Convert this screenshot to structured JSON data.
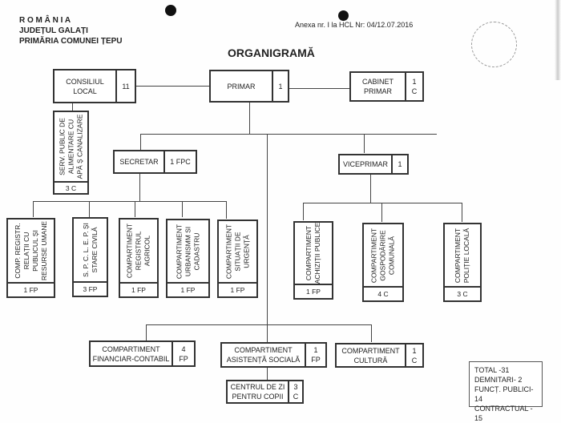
{
  "header": {
    "country": "R O M Â N I A",
    "county": "JUDEȚUL GALAȚI",
    "institution": "PRIMĂRIA COMUNEI ȚEPU",
    "annex": "Anexa nr. I la HCL Nr: 04/12.07.2016",
    "title": "ORGANIGRAMĂ"
  },
  "top": {
    "consiliul": {
      "label": "CONSILIUL\nLOCAL",
      "count": "11"
    },
    "primar": {
      "label": "PRIMAR",
      "count": "1"
    },
    "cabinet": {
      "label": "CABINET\nPRIMAR",
      "count": "1\nC"
    },
    "serv": {
      "label": "SERV. PUBLIC DE\nALIMENTARE CU\nAPĂ Ș CANALIZARE",
      "count": "3 C"
    }
  },
  "mid": {
    "secretar": {
      "label": "SECRETAR",
      "count": "1 FPC"
    },
    "viceprimar": {
      "label": "VICEPRIMAR",
      "count": "1"
    }
  },
  "secretar_units": [
    {
      "label": "COMP. REGISTR.\nRELAȚII CU\nPUBLICUL ȘI\nRESURSE UMANE",
      "count": "1 FP"
    },
    {
      "label": "S. P. C. L. E. P. ȘI\nSTARE CIVILĂ",
      "count": "3 FP"
    },
    {
      "label": "COMPARTIMENT\nREGISTRUL\nAGRICOL",
      "count": "1 FP"
    },
    {
      "label": "COMPARTIMENT\nURBANISMM SI\nCADASTRU",
      "count": "1 FP"
    },
    {
      "label": "COMPARTIMENT\nSITUAȚII DE\nURGENȚĂ",
      "count": "1 FP"
    }
  ],
  "vice_units": [
    {
      "label": "COMPARTIMENT\nACHIZIȚII PUBLICE",
      "count": "1 FP"
    },
    {
      "label": "COMPARTIMENT\nGOSPODĂRIRE\nCOMUNALĂ",
      "count": "4 C"
    },
    {
      "label": "COMPARTIMENT\nPOLIȚIE LOCALĂ",
      "count": "3 C"
    }
  ],
  "bottom_units": [
    {
      "label": "COMPARTIMENT\nFINANCIAR-CONTABIL",
      "count": "4\nFP"
    },
    {
      "label": "COMPARTIMENT\nASISTENȚĂ SOCIALĂ",
      "count": "1\nFP"
    },
    {
      "label": "COMPARTIMENT\nCULTURĂ",
      "count": "1\nC"
    }
  ],
  "centru": {
    "label": "CENTRUL DE ZI\nPENTRU COPII",
    "count": "3\nC"
  },
  "totals": [
    "TOTAL -31",
    "DEMNITARI- 2",
    "FUNCȚ. PUBLICI-14",
    "CONTRACTUAL - 15"
  ]
}
